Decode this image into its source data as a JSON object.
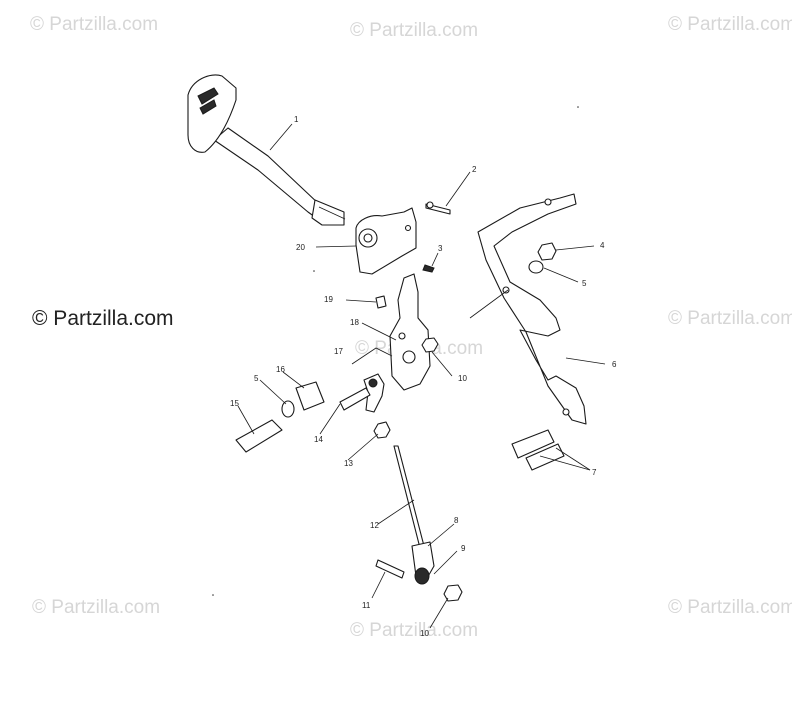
{
  "watermarks": {
    "brand": "© Partzilla.com",
    "main": "© Partzilla.com"
  },
  "callouts": {
    "c1": "1",
    "c2": "2",
    "c3": "3",
    "c4": "4",
    "c5a": "5",
    "c5b": "5",
    "c6": "6",
    "c7": "7",
    "c8": "8",
    "c9": "9",
    "c10a": "10",
    "c10b": "10",
    "c11": "11",
    "c12": "12",
    "c13": "13",
    "c14": "14",
    "c15": "15",
    "c16": "16",
    "c17": "17",
    "c18": "18",
    "c19": "19",
    "c20": "20"
  }
}
